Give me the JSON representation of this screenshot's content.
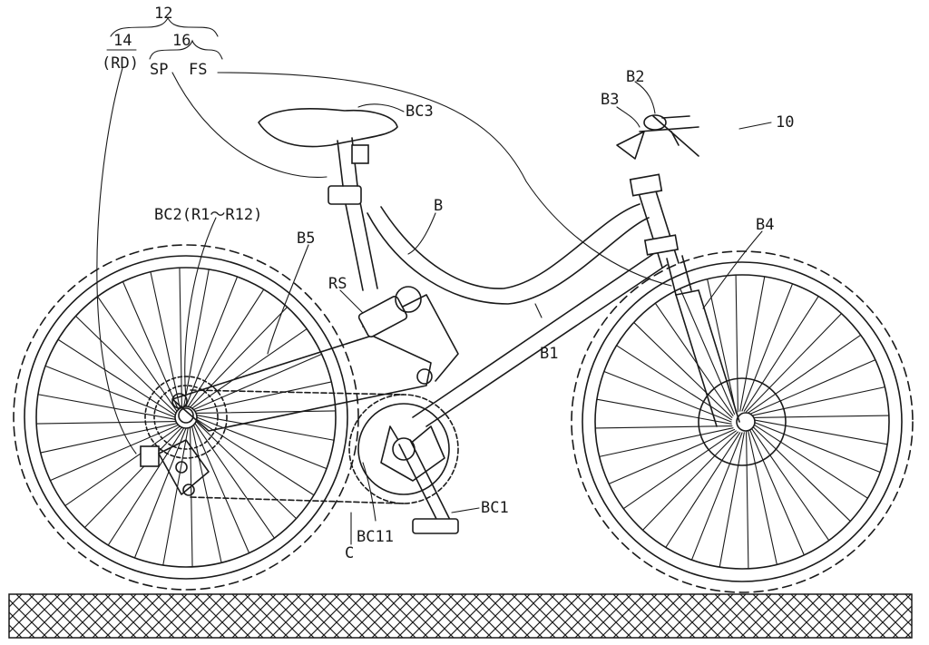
{
  "figure": {
    "reference_numeral": "10",
    "group_label": "12",
    "labels": {
      "rd_numeral": "14",
      "rd_code": "(RD)",
      "sp_fs_numeral": "16",
      "sp": "SP",
      "fs": "FS",
      "b": "B",
      "b1": "B1",
      "b2": "B2",
      "b3": "B3",
      "b4": "B4",
      "b5": "B5",
      "bc1": "BC1",
      "bc11": "BC11",
      "bc2": "BC2(R1～R12)",
      "bc3": "BC3",
      "rs": "RS",
      "c": "C"
    }
  }
}
